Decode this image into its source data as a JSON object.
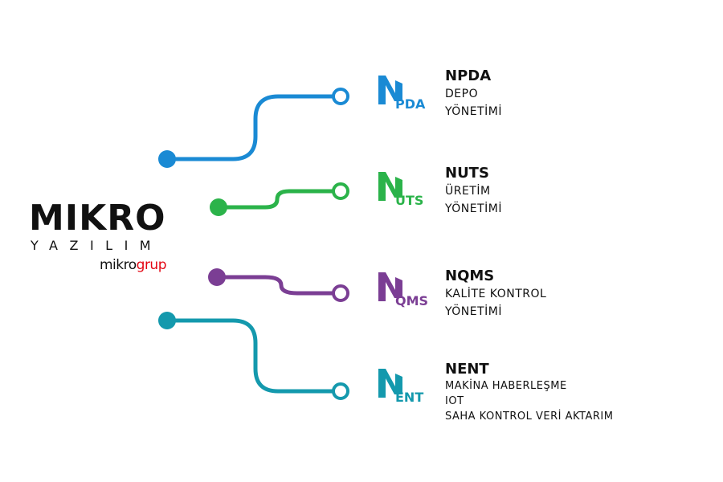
{
  "logo": {
    "word": "MIKRO",
    "sub": "YAZILIM",
    "group_a": "mikro",
    "group_b": "grup",
    "text_color": "#111111",
    "accent_color": "#e30613"
  },
  "products": [
    {
      "code": "PDA",
      "title": "NPDA",
      "lines": [
        "DEPO",
        "YÖNETİMİ"
      ],
      "color": "#1a8ad4",
      "icon": "n-pda-logo-icon"
    },
    {
      "code": "UTS",
      "title": "NUTS",
      "lines": [
        "ÜRETİM",
        "YÖNETİMİ"
      ],
      "color": "#2bb34a",
      "icon": "n-uts-logo-icon"
    },
    {
      "code": "QMS",
      "title": "NQMS",
      "lines": [
        "KALİTE KONTROL",
        "YÖNETİMİ"
      ],
      "color": "#7b3e94",
      "icon": "n-qms-logo-icon"
    },
    {
      "code": "ENT",
      "title": "NENT",
      "lines": [
        "MAKİNA HABERLEŞME",
        "IOT",
        "SAHA KONTROL VERİ AKTARIM"
      ],
      "color": "#1499ad",
      "icon": "n-ent-logo-icon"
    }
  ]
}
